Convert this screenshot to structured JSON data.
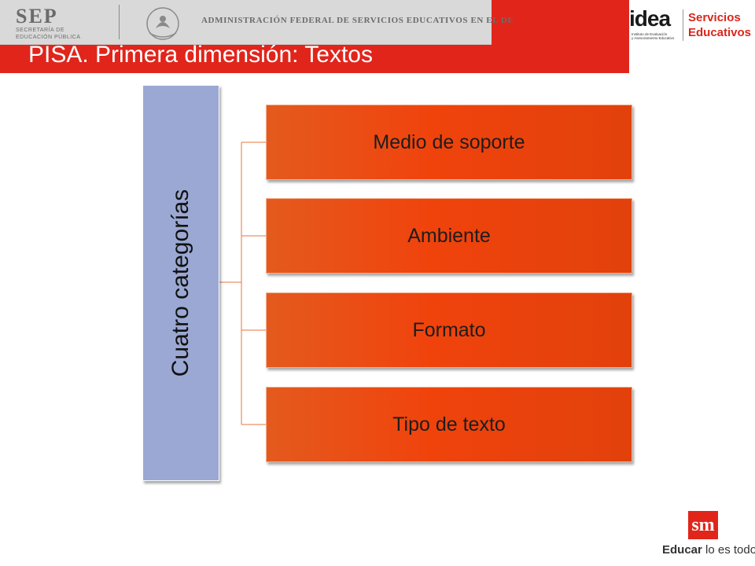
{
  "header": {
    "gov_logo": {
      "name": "SEP",
      "sub1": "SECRETARÍA DE",
      "sub2": "EDUCACIÓN PÚBLICA"
    },
    "admin_text": "ADMINISTRACIÓN FEDERAL DE SERVICIOS EDUCATIVOS EN EL DF",
    "title": "PISA. Primera dimensión: Textos",
    "accent_color": "#e1251b"
  },
  "logos": {
    "idea": {
      "name": "idea",
      "sub1": "Instituto de Evaluación",
      "sub2": "y Asesoramiento Educativo"
    },
    "servicios": {
      "line1": "Servicios",
      "line2": "Educativos"
    },
    "sm": {
      "mark": "sm",
      "tagline_strong": "Educar",
      "tagline_rest": " lo es todo"
    }
  },
  "diagram": {
    "root": "Cuatro categorías",
    "root_color": "#9aa8d3",
    "branch_color": "#f0430c",
    "branches": [
      "Medio de soporte",
      "Ambiente",
      "Formato",
      "Tipo de texto"
    ]
  }
}
